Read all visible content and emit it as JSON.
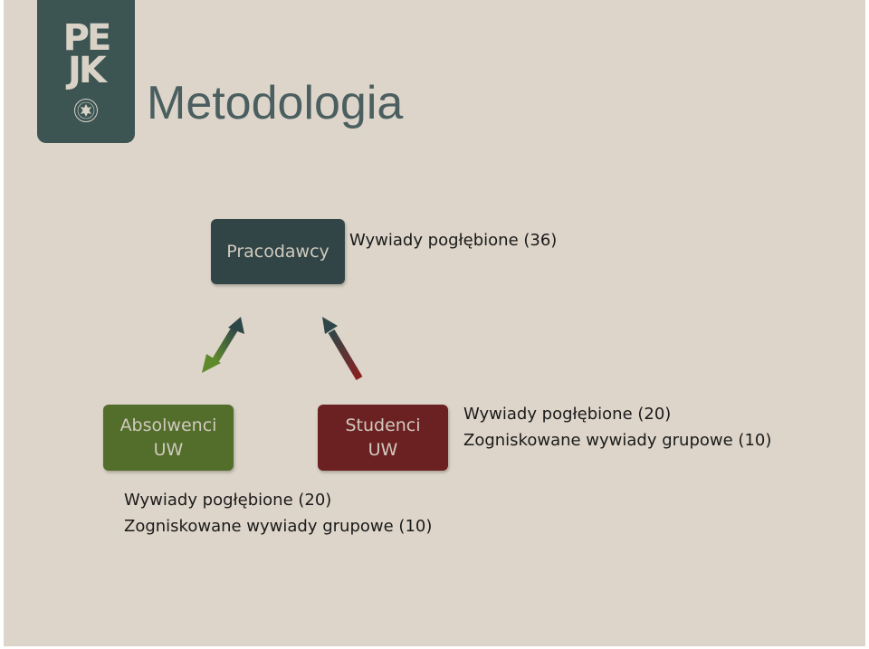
{
  "slide": {
    "title": "Metodologia",
    "logo": {
      "line1": "PE",
      "line2": "JK"
    }
  },
  "colors": {
    "background": "#ddd5c9",
    "logo": "#3c5553",
    "employers": "#314546",
    "graduates": "#536d2b",
    "students": "#6b2121",
    "title": "#4b5e60"
  },
  "diagram": {
    "nodes": {
      "employers": {
        "line1": "Pracodawcy"
      },
      "graduates": {
        "line1": "Absolwenci",
        "line2": "UW"
      },
      "students": {
        "line1": "Studenci",
        "line2": "UW"
      }
    },
    "notes": {
      "employers": [
        "Wywiady pogłębione (36)"
      ],
      "students": [
        "Wywiady pogłębione (20)",
        "Zogniskowane wywiady grupowe (10)"
      ],
      "graduates": [
        "Wywiady pogłębione (20)",
        "Zogniskowane wywiady grupowe (10)"
      ]
    }
  }
}
